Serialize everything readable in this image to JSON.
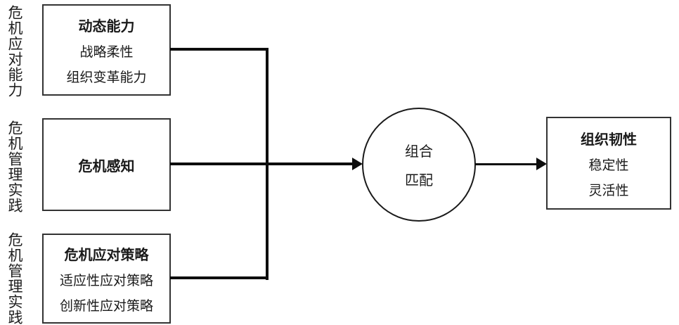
{
  "diagram": {
    "row_labels": [
      {
        "text": "危机应对能力"
      },
      {
        "text": "危机管理实践"
      },
      {
        "text": "危机管理实践"
      }
    ],
    "boxes": {
      "dynamic_capability": {
        "title": "动态能力",
        "lines": [
          "战略柔性",
          "组织变革能力"
        ]
      },
      "crisis_perception": {
        "title": "危机感知"
      },
      "crisis_response_strategy": {
        "title": "危机应对策略",
        "lines": [
          "适应性应对策略",
          "创新性应对策略"
        ]
      },
      "organizational_resilience": {
        "title": "组织韧性",
        "lines": [
          "稳定性",
          "灵活性"
        ]
      }
    },
    "circle": {
      "lines": [
        "组合",
        "匹配"
      ]
    },
    "colors": {
      "line": "#0d0d0d",
      "border": "#333333",
      "text": "#1a1a1a",
      "background": "#ffffff"
    }
  }
}
